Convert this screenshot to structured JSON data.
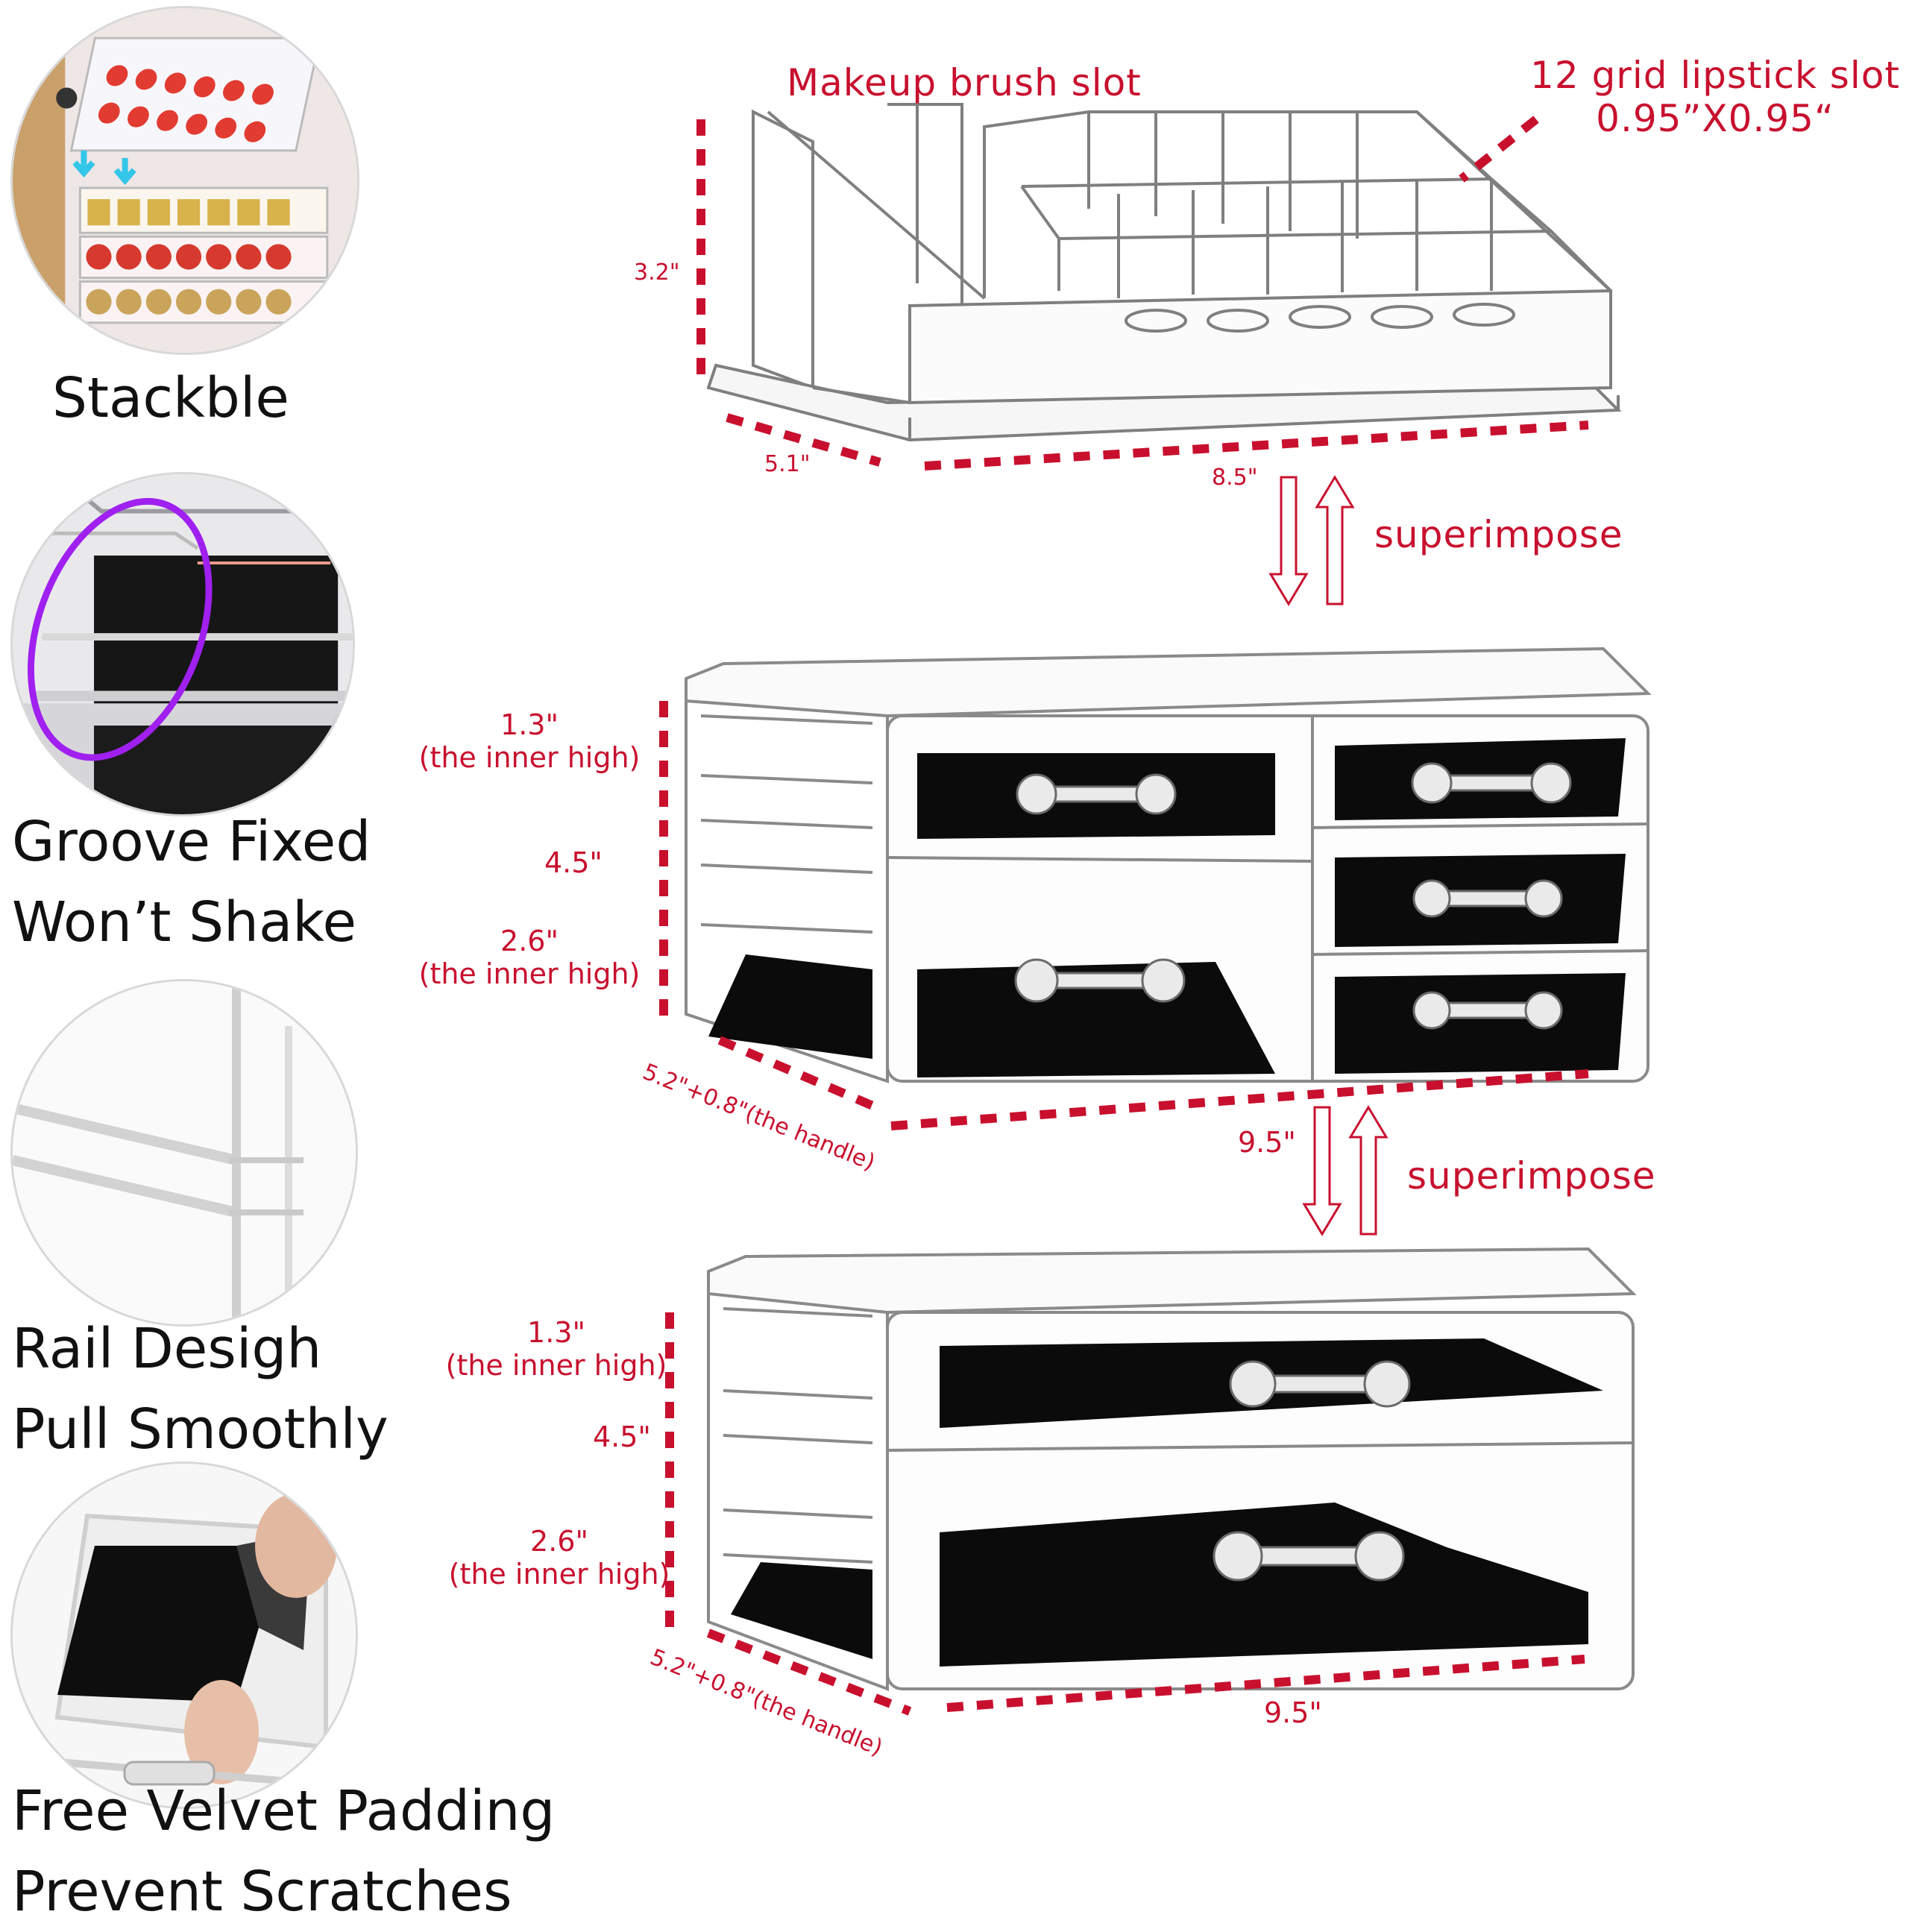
{
  "features": [
    {
      "icon": "stacking-photo",
      "lines": [
        "Stackble"
      ]
    },
    {
      "icon": "groove-photo",
      "lines": [
        "Groove Fixed",
        "Won’t Shake"
      ]
    },
    {
      "icon": "rail-photo",
      "lines": [
        "Rail Desigh",
        "Pull Smoothly"
      ]
    },
    {
      "icon": "velvet-photo",
      "lines": [
        "Free Velvet Padding",
        "Prevent Scratches"
      ]
    }
  ],
  "top_unit": {
    "brush_slot_label": "Makeup brush slot",
    "lipstick_label": "12 grid lipstick slot",
    "lipstick_size": "0.95”X0.95“",
    "height": "3.2\"",
    "depth": "5.1\"",
    "width": "8.5\""
  },
  "superimpose_1": "superimpose",
  "middle_unit": {
    "top_drawer_height": "1.3\"",
    "top_drawer_note": "(the inner high)",
    "total_height": "4.5\"",
    "bottom_drawer_height": "2.6\"",
    "bottom_drawer_note": "(the inner high)",
    "depth": "5.2\"+0.8\"(the handle)",
    "width": "9.5\""
  },
  "superimpose_2": "superimpose",
  "bottom_unit": {
    "top_drawer_height": "1.3\"",
    "top_drawer_note": "(the inner high)",
    "total_height": "4.5\"",
    "bottom_drawer_height": "2.6\"",
    "bottom_drawer_note": "(the inner high)",
    "depth": "5.2\"+0.8\"(the handle)",
    "width": "9.5\""
  },
  "colors": {
    "annotation_red": "#c8102e",
    "velvet_black": "#0b0b0b",
    "groove_highlight": "#a020f0"
  }
}
